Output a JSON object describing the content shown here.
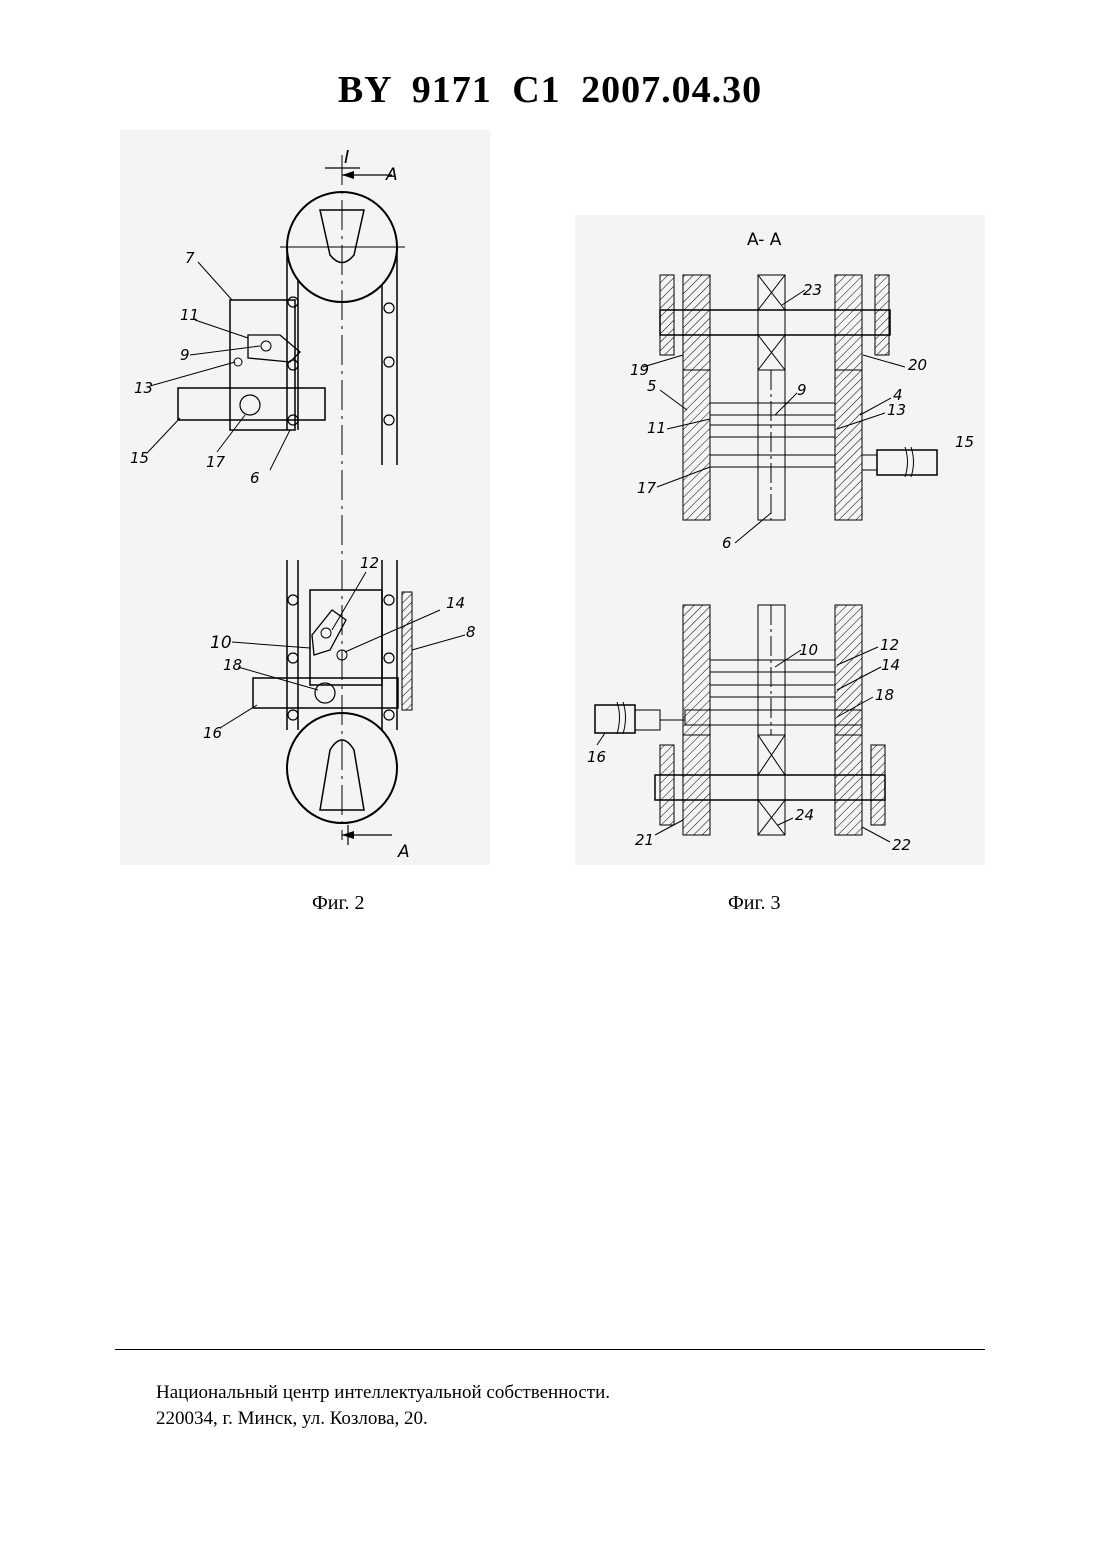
{
  "header": {
    "title": "BY  9171  C1  2007.04.30"
  },
  "figure2": {
    "caption": "Фиг. 2",
    "labels": {
      "section_mark": "I",
      "arrow_top": "A",
      "arrow_bottom": "A",
      "l7": "7",
      "l11": "11",
      "l9": "9",
      "l13": "13",
      "l15": "15",
      "l17": "17",
      "l6": "6",
      "l12": "12",
      "l14": "14",
      "l8": "8",
      "l10": "10",
      "l18": "18",
      "l16": "16"
    }
  },
  "figure3": {
    "caption": "Фиг. 3",
    "labels": {
      "section_title": "A- A",
      "l23": "23",
      "l19": "19",
      "l20": "20",
      "l5": "5",
      "l9": "9",
      "l4": "4",
      "l11": "11",
      "l13": "13",
      "l15": "15",
      "l17": "17",
      "l6": "6",
      "l10": "10",
      "l12": "12",
      "l14": "14",
      "l18": "18",
      "l16": "16",
      "l24": "24",
      "l21": "21",
      "l22": "22"
    }
  },
  "footer": {
    "line1": "Национальный центр интеллектуальной собственности.",
    "line2": "220034, г. Минск, ул. Козлова, 20."
  }
}
